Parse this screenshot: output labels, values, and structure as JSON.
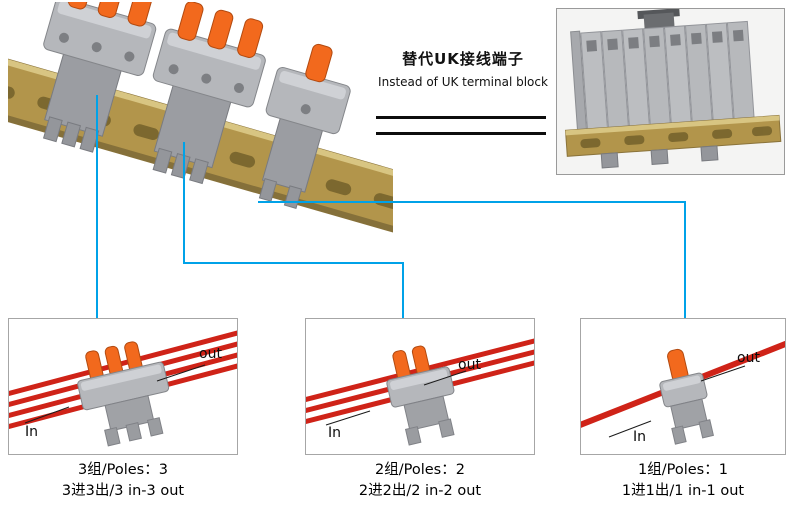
{
  "colors": {
    "callout_blue": "#00a2e8",
    "lever_orange": "#f2691d",
    "wire_red": "#cf2318",
    "body_gray": "#b5b7bb",
    "rail_brass": "#b2954b"
  },
  "comparison": {
    "title_zh": "替代UK接线端子",
    "title_en": "Instead of UK terminal block"
  },
  "panels": [
    {
      "out_label": "out",
      "in_label": "In",
      "caption_line1": "3组/Poles：3",
      "caption_line2": "3进3出/3 in-3 out"
    },
    {
      "out_label": "out",
      "in_label": "In",
      "caption_line1": "2组/Poles：2",
      "caption_line2": "2进2出/2 in-2 out"
    },
    {
      "out_label": "out",
      "in_label": "In",
      "caption_line1": "1组/Poles：1",
      "caption_line2": "1进1出/1 in-1 out"
    }
  ]
}
